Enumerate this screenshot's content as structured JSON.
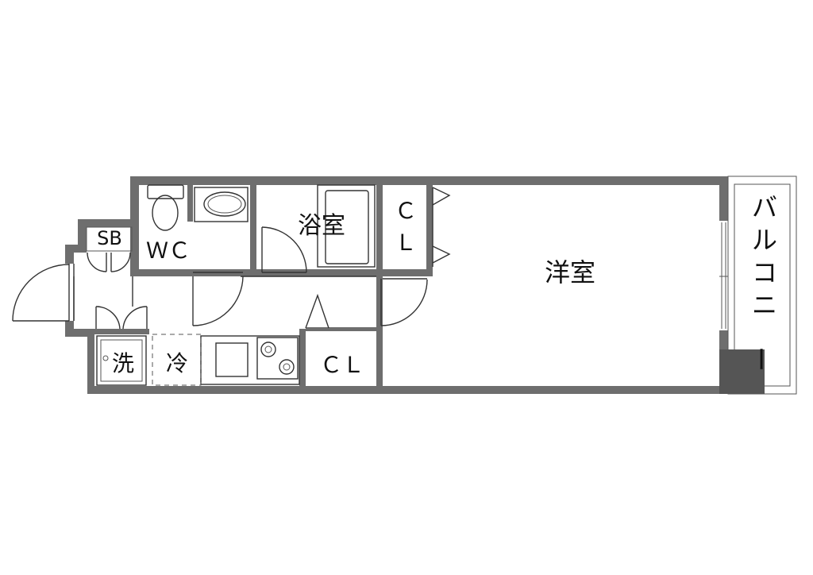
{
  "colors": {
    "wall": "#6e6e6e",
    "wall_dark": "#555555",
    "line": "#333333",
    "background": "#ffffff",
    "text": "#111111"
  },
  "rooms": {
    "balcony": "バルコニー",
    "western_room": "洋室",
    "bathroom": "浴室",
    "toilet": "ＷＣ",
    "closet_upper": "ＣＬ",
    "closet_lower": "ＣＬ",
    "shoe_box": "SB",
    "washer": "洗",
    "fridge": "冷"
  },
  "icons": {
    "toilet": "toilet-icon",
    "washbasin": "washbasin-icon",
    "bathtub": "bathtub-icon",
    "stove": "stove-icon",
    "sink": "sink-icon",
    "door": "door-swing-icon",
    "window": "window-icon"
  }
}
